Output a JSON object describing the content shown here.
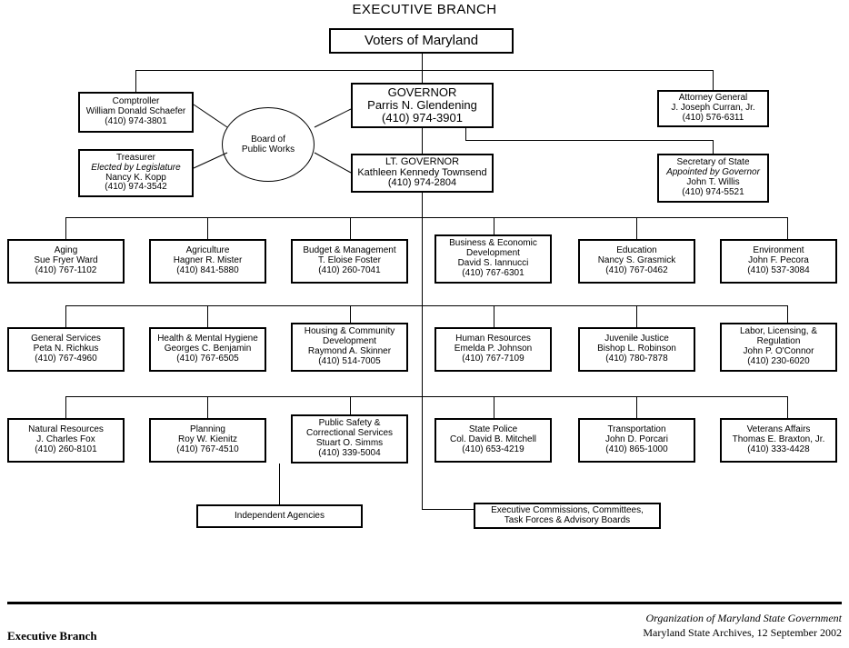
{
  "title": "EXECUTIVE BRANCH",
  "root": {
    "label": "Voters of Maryland"
  },
  "board": {
    "line1": "Board of",
    "line2": "Public Works"
  },
  "officials": {
    "comptroller": {
      "office": "Comptroller",
      "name": "William Donald Schaefer",
      "phone": "(410) 974-3801"
    },
    "treasurer": {
      "office": "Treasurer",
      "note": "Elected by Legislature",
      "name": "Nancy K. Kopp",
      "phone": "(410) 974-3542"
    },
    "governor": {
      "office": "GOVERNOR",
      "name": "Parris N. Glendening",
      "phone": "(410) 974-3901"
    },
    "lt_governor": {
      "office": "LT. GOVERNOR",
      "name": "Kathleen Kennedy Townsend",
      "phone": "(410) 974-2804"
    },
    "attorney_general": {
      "office": "Attorney General",
      "name": "J. Joseph Curran, Jr.",
      "phone": "(410) 576-6311"
    },
    "secretary_of_state": {
      "office": "Secretary of State",
      "note": "Appointed by Governor",
      "name": "John T. Willis",
      "phone": "(410) 974-5521"
    }
  },
  "departments": [
    {
      "name": "Aging",
      "head": "Sue Fryer Ward",
      "phone": "(410) 767-1102"
    },
    {
      "name": "Agriculture",
      "head": "Hagner R. Mister",
      "phone": "(410) 841-5880"
    },
    {
      "name": "Budget & Management",
      "head": "T. Eloise Foster",
      "phone": "(410) 260-7041"
    },
    {
      "name": "Business & Economic Development",
      "head": "David S. Iannucci",
      "phone": "(410) 767-6301"
    },
    {
      "name": "Education",
      "head": "Nancy S. Grasmick",
      "phone": "(410) 767-0462"
    },
    {
      "name": "Environment",
      "head": "John F. Pecora",
      "phone": "(410) 537-3084"
    },
    {
      "name": "General Services",
      "head": "Peta N. Richkus",
      "phone": "(410) 767-4960"
    },
    {
      "name": "Health & Mental Hygiene",
      "head": "Georges C. Benjamin",
      "phone": "(410) 767-6505"
    },
    {
      "name": "Housing & Community Development",
      "head": "Raymond A. Skinner",
      "phone": "(410) 514-7005"
    },
    {
      "name": "Human Resources",
      "head": "Emelda P. Johnson",
      "phone": "(410) 767-7109"
    },
    {
      "name": "Juvenile Justice",
      "head": "Bishop L. Robinson",
      "phone": "(410) 780-7878"
    },
    {
      "name": "Labor, Licensing, & Regulation",
      "head": "John P. O'Connor",
      "phone": "(410) 230-6020"
    },
    {
      "name": "Natural Resources",
      "head": "J. Charles Fox",
      "phone": "(410) 260-8101"
    },
    {
      "name": "Planning",
      "head": "Roy W. Kienitz",
      "phone": "(410) 767-4510"
    },
    {
      "name": "Public Safety & Correctional Services",
      "head": "Stuart O. Simms",
      "phone": "(410) 339-5004"
    },
    {
      "name": "State Police",
      "head": "Col. David B. Mitchell",
      "phone": "(410) 653-4219"
    },
    {
      "name": "Transportation",
      "head": "John D. Porcari",
      "phone": "(410) 865-1000"
    },
    {
      "name": "Veterans Affairs",
      "head": "Thomas E. Braxton, Jr.",
      "phone": "(410) 333-4428"
    }
  ],
  "bottom": {
    "independent_agencies": "Independent Agencies",
    "commissions_line1": "Executive Commissions, Committees,",
    "commissions_line2": "Task Forces & Advisory Boards"
  },
  "footer": {
    "left": "Executive Branch",
    "right_line1": "Organization of Maryland State Government",
    "right_line2": "Maryland State Archives, 12 September 2002"
  }
}
